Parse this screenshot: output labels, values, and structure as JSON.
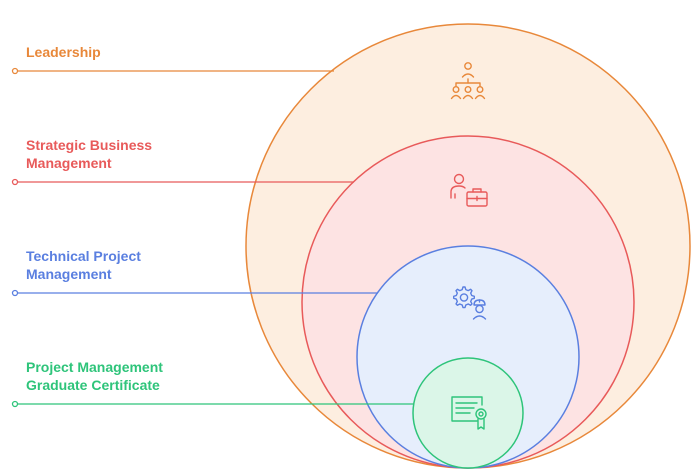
{
  "levels": [
    {
      "id": "leadership",
      "lines": [
        "Leadership"
      ],
      "icon": "team-hierarchy-icon",
      "stroke": "#e8883a",
      "fill": "#fdeee0"
    },
    {
      "id": "strategic",
      "lines": [
        "Strategic Business",
        "Management"
      ],
      "icon": "businessperson-briefcase-icon",
      "stroke": "#e85a5a",
      "fill": "#fde3e3"
    },
    {
      "id": "technical",
      "lines": [
        "Technical Project",
        "Management"
      ],
      "icon": "gear-engineer-icon",
      "stroke": "#5a7fe0",
      "fill": "#e6eefc"
    },
    {
      "id": "pm-certificate",
      "lines": [
        "Project Management",
        "Graduate Certificate"
      ],
      "icon": "certificate-icon",
      "stroke": "#2ec47a",
      "fill": "#dbf6e8"
    }
  ]
}
